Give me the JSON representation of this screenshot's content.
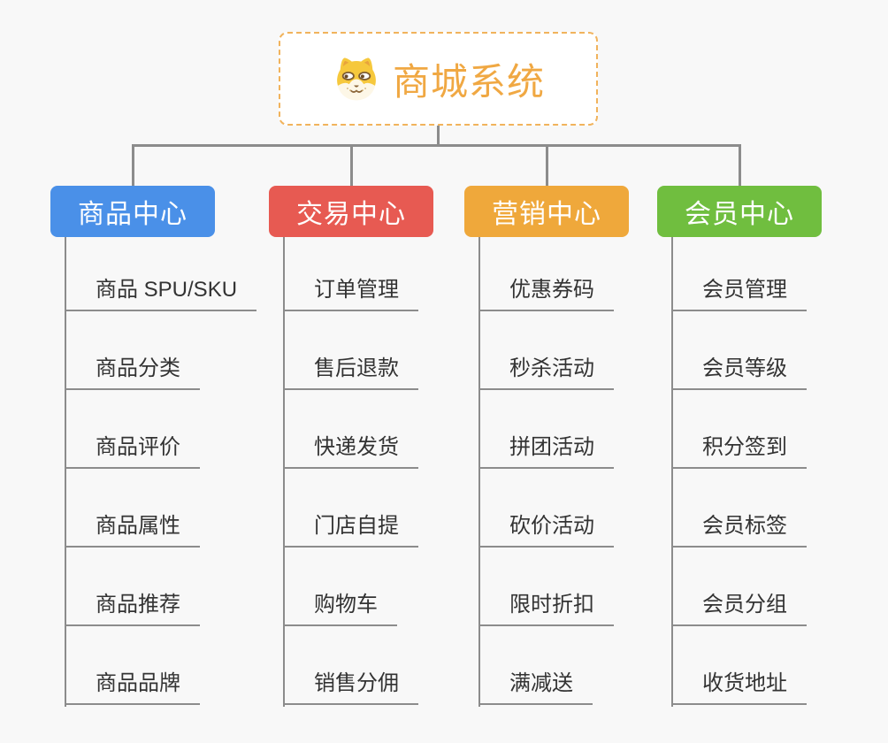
{
  "root": {
    "title": "商城系统",
    "icon": "dog-face-icon"
  },
  "branches": [
    {
      "label": "商品中心",
      "color": "#4A90E8",
      "items": [
        "商品 SPU/SKU",
        "商品分类",
        "商品评价",
        "商品属性",
        "商品推荐",
        "商品品牌"
      ]
    },
    {
      "label": "交易中心",
      "color": "#E75A52",
      "items": [
        "订单管理",
        "售后退款",
        "快递发货",
        "门店自提",
        "购物车",
        "销售分佣"
      ]
    },
    {
      "label": "营销中心",
      "color": "#EFA83B",
      "items": [
        "优惠券码",
        "秒杀活动",
        "拼团活动",
        "砍价活动",
        "限时折扣",
        "满减送"
      ]
    },
    {
      "label": "会员中心",
      "color": "#70BE3F",
      "items": [
        "会员管理",
        "会员等级",
        "积分签到",
        "会员标签",
        "会员分组",
        "收货地址"
      ]
    }
  ],
  "colors": {
    "background": "#F8F8F8",
    "connector": "#8C8C8C",
    "root_border": "#F1B35C",
    "root_text": "#F0A843",
    "header_text": "#FFFFFF",
    "item_text": "#333333"
  }
}
